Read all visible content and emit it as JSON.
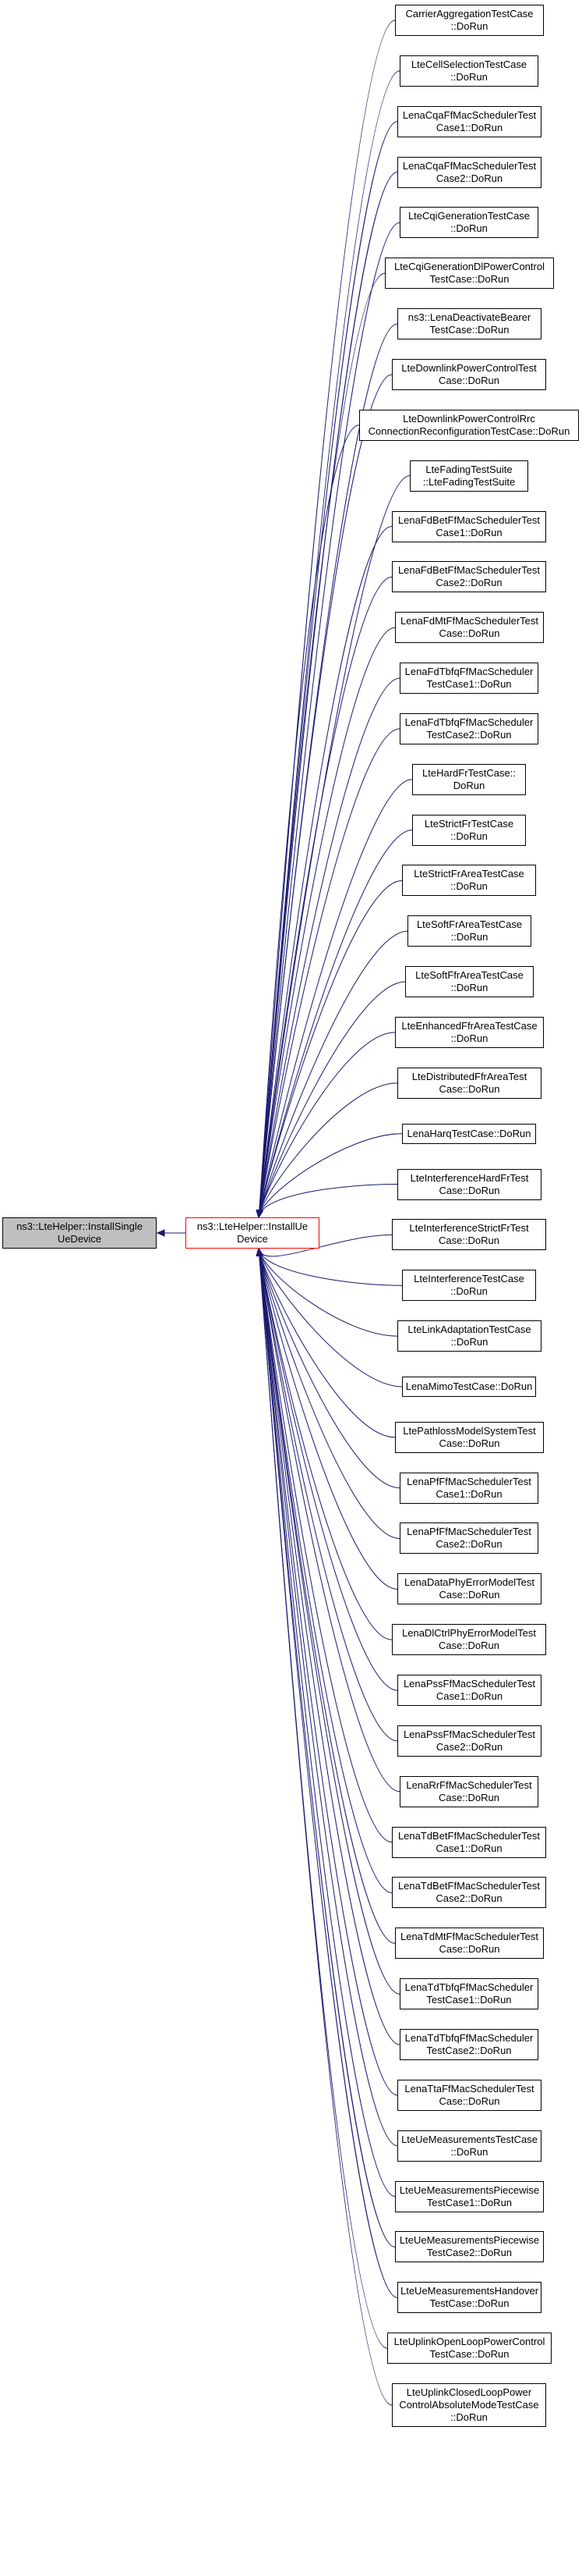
{
  "colors": {
    "edge": "#191970",
    "focus_fill": "#bfbfbf",
    "current_border": "#ff0000",
    "node_border": "#000000"
  },
  "diagram": {
    "root": {
      "lines": [
        "ns3::LteHelper::InstallSingle",
        "UeDevice"
      ]
    },
    "center": {
      "lines": [
        "ns3::LteHelper::InstallUe",
        "Device"
      ]
    },
    "callers": [
      {
        "lines": [
          "CarrierAggregationTestCase",
          "::DoRun"
        ]
      },
      {
        "lines": [
          "LteCellSelectionTestCase",
          "::DoRun"
        ]
      },
      {
        "lines": [
          "LenaCqaFfMacSchedulerTest",
          "Case1::DoRun"
        ]
      },
      {
        "lines": [
          "LenaCqaFfMacSchedulerTest",
          "Case2::DoRun"
        ]
      },
      {
        "lines": [
          "LteCqiGenerationTestCase",
          "::DoRun"
        ]
      },
      {
        "lines": [
          "LteCqiGenerationDlPowerControl",
          "TestCase::DoRun"
        ]
      },
      {
        "lines": [
          "ns3::LenaDeactivateBearer",
          "TestCase::DoRun"
        ]
      },
      {
        "lines": [
          "LteDownlinkPowerControlTest",
          "Case::DoRun"
        ]
      },
      {
        "lines": [
          "LteDownlinkPowerControlRrc",
          "ConnectionReconfigurationTestCase::DoRun"
        ]
      },
      {
        "lines": [
          "LteFadingTestSuite",
          "::LteFadingTestSuite"
        ]
      },
      {
        "lines": [
          "LenaFdBetFfMacSchedulerTest",
          "Case1::DoRun"
        ]
      },
      {
        "lines": [
          "LenaFdBetFfMacSchedulerTest",
          "Case2::DoRun"
        ]
      },
      {
        "lines": [
          "LenaFdMtFfMacSchedulerTest",
          "Case::DoRun"
        ]
      },
      {
        "lines": [
          "LenaFdTbfqFfMacScheduler",
          "TestCase1::DoRun"
        ]
      },
      {
        "lines": [
          "LenaFdTbfqFfMacScheduler",
          "TestCase2::DoRun"
        ]
      },
      {
        "lines": [
          "LteHardFrTestCase::",
          "DoRun"
        ]
      },
      {
        "lines": [
          "LteStrictFrTestCase",
          "::DoRun"
        ]
      },
      {
        "lines": [
          "LteStrictFrAreaTestCase",
          "::DoRun"
        ]
      },
      {
        "lines": [
          "LteSoftFrAreaTestCase",
          "::DoRun"
        ]
      },
      {
        "lines": [
          "LteSoftFfrAreaTestCase",
          "::DoRun"
        ]
      },
      {
        "lines": [
          "LteEnhancedFfrAreaTestCase",
          "::DoRun"
        ]
      },
      {
        "lines": [
          "LteDistributedFfrAreaTest",
          "Case::DoRun"
        ]
      },
      {
        "lines": [
          "LenaHarqTestCase::DoRun"
        ]
      },
      {
        "lines": [
          "LteInterferenceHardFrTest",
          "Case::DoRun"
        ]
      },
      {
        "lines": [
          "LteInterferenceStrictFrTest",
          "Case::DoRun"
        ]
      },
      {
        "lines": [
          "LteInterferenceTestCase",
          "::DoRun"
        ]
      },
      {
        "lines": [
          "LteLinkAdaptationTestCase",
          "::DoRun"
        ]
      },
      {
        "lines": [
          "LenaMimoTestCase::DoRun"
        ]
      },
      {
        "lines": [
          "LtePathlossModelSystemTest",
          "Case::DoRun"
        ]
      },
      {
        "lines": [
          "LenaPfFfMacSchedulerTest",
          "Case1::DoRun"
        ]
      },
      {
        "lines": [
          "LenaPfFfMacSchedulerTest",
          "Case2::DoRun"
        ]
      },
      {
        "lines": [
          "LenaDataPhyErrorModelTest",
          "Case::DoRun"
        ]
      },
      {
        "lines": [
          "LenaDlCtrlPhyErrorModelTest",
          "Case::DoRun"
        ]
      },
      {
        "lines": [
          "LenaPssFfMacSchedulerTest",
          "Case1::DoRun"
        ]
      },
      {
        "lines": [
          "LenaPssFfMacSchedulerTest",
          "Case2::DoRun"
        ]
      },
      {
        "lines": [
          "LenaRrFfMacSchedulerTest",
          "Case::DoRun"
        ]
      },
      {
        "lines": [
          "LenaTdBetFfMacSchedulerTest",
          "Case1::DoRun"
        ]
      },
      {
        "lines": [
          "LenaTdBetFfMacSchedulerTest",
          "Case2::DoRun"
        ]
      },
      {
        "lines": [
          "LenaTdMtFfMacSchedulerTest",
          "Case::DoRun"
        ]
      },
      {
        "lines": [
          "LenaTdTbfqFfMacScheduler",
          "TestCase1::DoRun"
        ]
      },
      {
        "lines": [
          "LenaTdTbfqFfMacScheduler",
          "TestCase2::DoRun"
        ]
      },
      {
        "lines": [
          "LenaTtaFfMacSchedulerTest",
          "Case::DoRun"
        ]
      },
      {
        "lines": [
          "LteUeMeasurementsTestCase",
          "::DoRun"
        ]
      },
      {
        "lines": [
          "LteUeMeasurementsPiecewise",
          "TestCase1::DoRun"
        ]
      },
      {
        "lines": [
          "LteUeMeasurementsPiecewise",
          "TestCase2::DoRun"
        ]
      },
      {
        "lines": [
          "LteUeMeasurementsHandover",
          "TestCase::DoRun"
        ]
      },
      {
        "lines": [
          "LteUplinkOpenLoopPowerControl",
          "TestCase::DoRun"
        ]
      },
      {
        "lines": [
          "LteUplinkClosedLoopPower",
          "ControlAbsoluteModeTestCase",
          "::DoRun"
        ]
      }
    ]
  }
}
